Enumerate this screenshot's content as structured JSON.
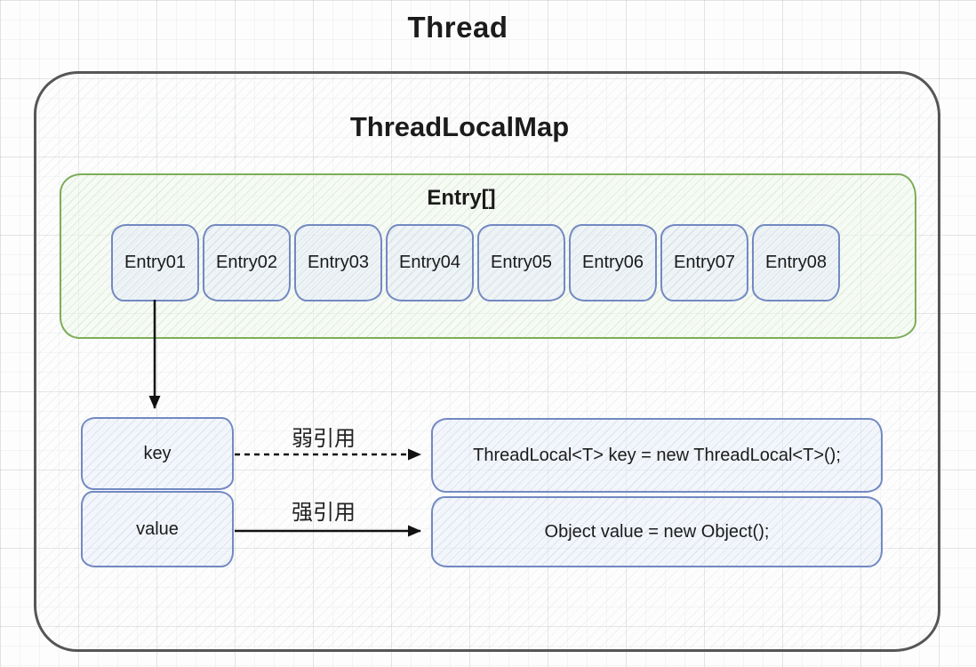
{
  "diagram": {
    "title": "Thread",
    "map_title": "ThreadLocalMap",
    "entry_array_title": "Entry[]",
    "entries": [
      "Entry01",
      "Entry02",
      "Entry03",
      "Entry04",
      "Entry05",
      "Entry06",
      "Entry07",
      "Entry08"
    ],
    "key_label": "key",
    "value_label": "value",
    "weak_reference_label": "弱引用",
    "strong_reference_label": "强引用",
    "key_code": "ThreadLocal<T> key = new ThreadLocal<T>();",
    "value_code": "Object value = new Object();",
    "colors": {
      "outer_border": "#565656",
      "entry_array_border": "#7dae58",
      "box_border": "#7289c2",
      "arrow": "#111111",
      "text": "#1b1b1b"
    }
  }
}
